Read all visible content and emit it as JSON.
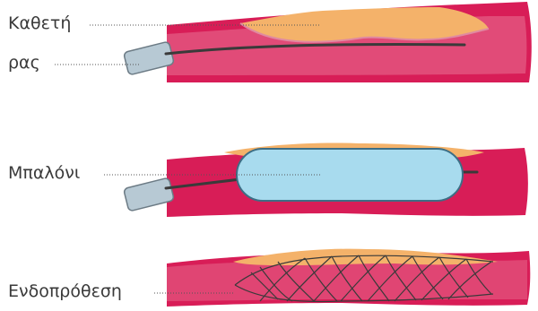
{
  "labels": {
    "catheter_line1": "Καθετή",
    "catheter_line2": "ρας",
    "balloon": "Μπαλόνι",
    "stent": "Ενδοπρόθεση"
  },
  "colors": {
    "vessel": "#d81d57",
    "vessel_inner": "#f4a8b8",
    "plaque": "#f4b26a",
    "catheter": "#b7c9d4",
    "wire": "#3a3a3a",
    "balloon": "#a8dbee",
    "leader": "#555555"
  }
}
